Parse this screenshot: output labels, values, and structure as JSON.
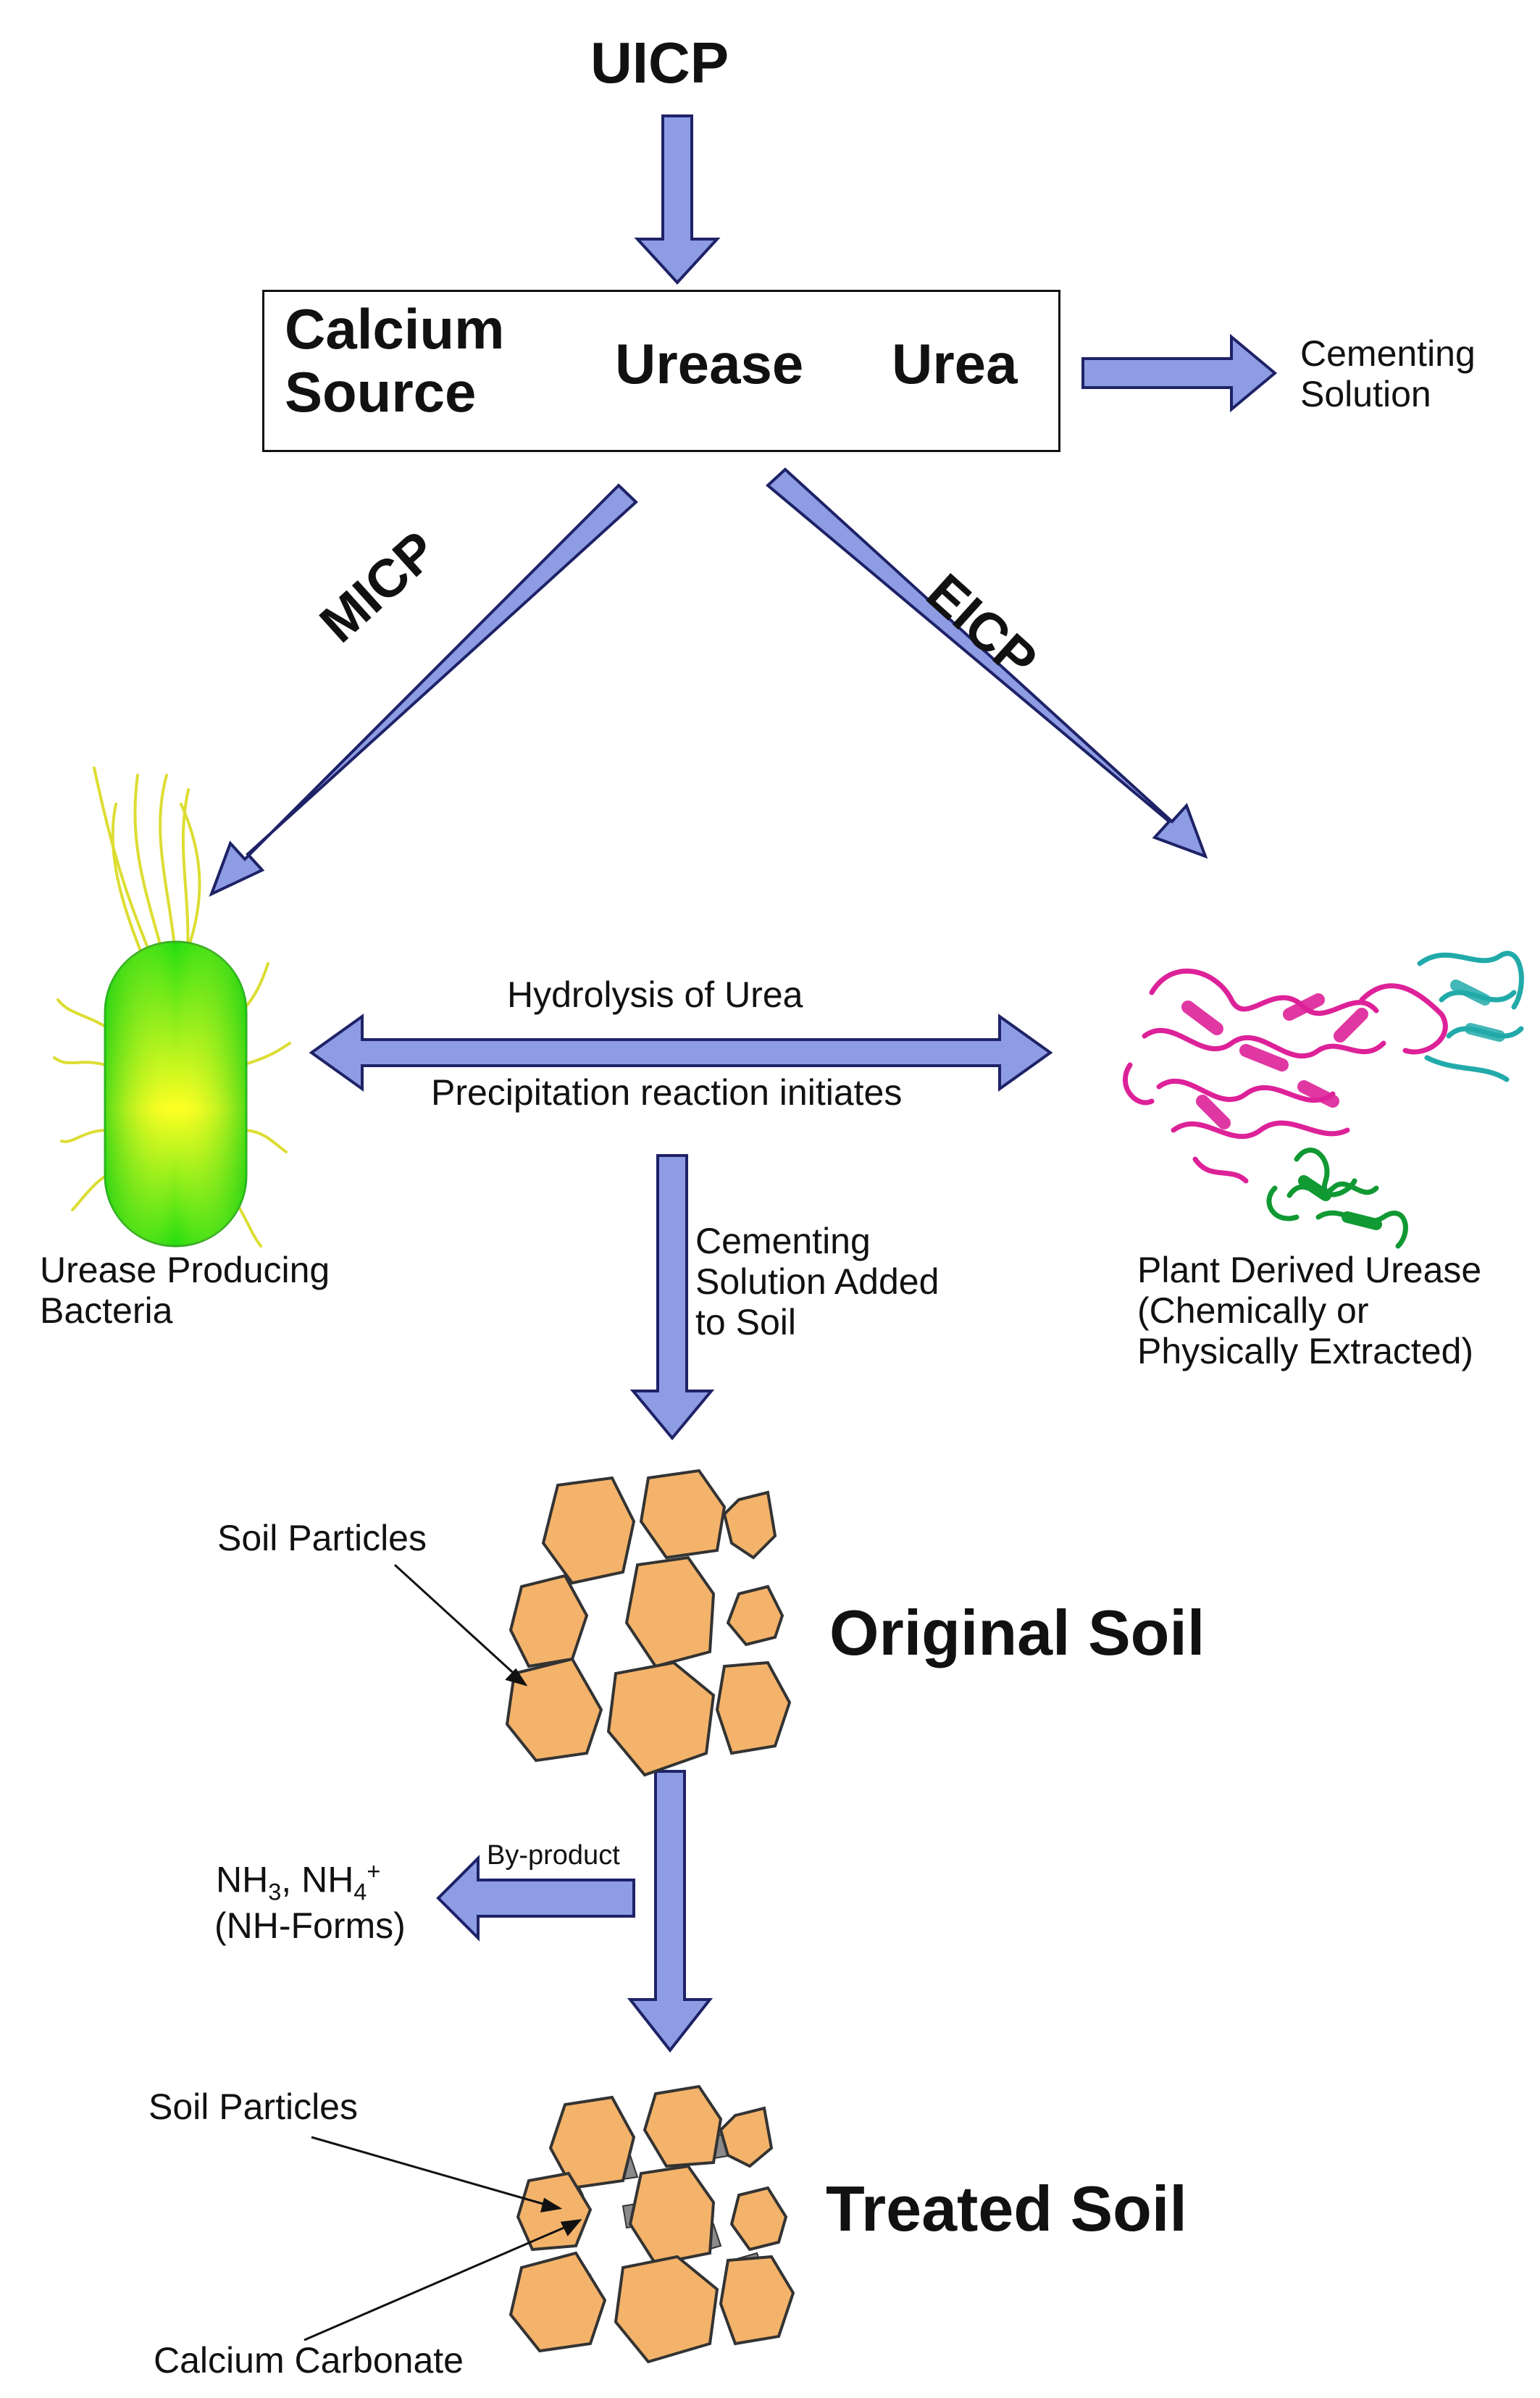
{
  "colors": {
    "arrow_fill": "#8e9ce4",
    "arrow_stroke": "#1e2266",
    "soil_fill": "#f4b36a",
    "soil_stroke": "#333333",
    "carbonate": "#8a8a8a",
    "bacteria_green": "#22dd11",
    "bacteria_yellow": "#ffff22",
    "flagella": "#dddd33",
    "enzyme_magenta": "#dd2299",
    "enzyme_cyan": "#22aaaa",
    "enzyme_green": "#119933"
  },
  "title": "UICP",
  "box": {
    "calcium_line1": "Calcium",
    "calcium_line2": "Source",
    "urease": "Urease",
    "urea": "Urea"
  },
  "cementing_solution": {
    "line1": "Cementing",
    "line2": "Solution"
  },
  "pathways": {
    "left": "MICP",
    "right": "EICP"
  },
  "bacteria": {
    "icon": "bacterium-icon",
    "line1": "Urease Producing",
    "line2": "Bacteria"
  },
  "enzyme": {
    "icon": "enzyme-protein-icon",
    "line1": "Plant Derived Urease",
    "line2": "(Chemically or",
    "line3": "Physically Extracted)"
  },
  "reaction": {
    "top": "Hydrolysis of Urea",
    "bottom": "Precipitation reaction initiates"
  },
  "added": {
    "line1": "Cementing",
    "line2": "Solution Added",
    "line3": "to Soil"
  },
  "original_soil": {
    "title": "Original Soil",
    "particles_label": "Soil Particles"
  },
  "byproduct": {
    "label": "By-product",
    "nh3": "NH",
    "nh3_sub": "3",
    "sep": ", NH",
    "nh4_sub": "4",
    "nh4_sup": "+",
    "forms": "(NH-Forms)"
  },
  "treated_soil": {
    "title": "Treated Soil",
    "particles_label": "Soil Particles",
    "carbonate_label": "Calcium Carbonate"
  }
}
